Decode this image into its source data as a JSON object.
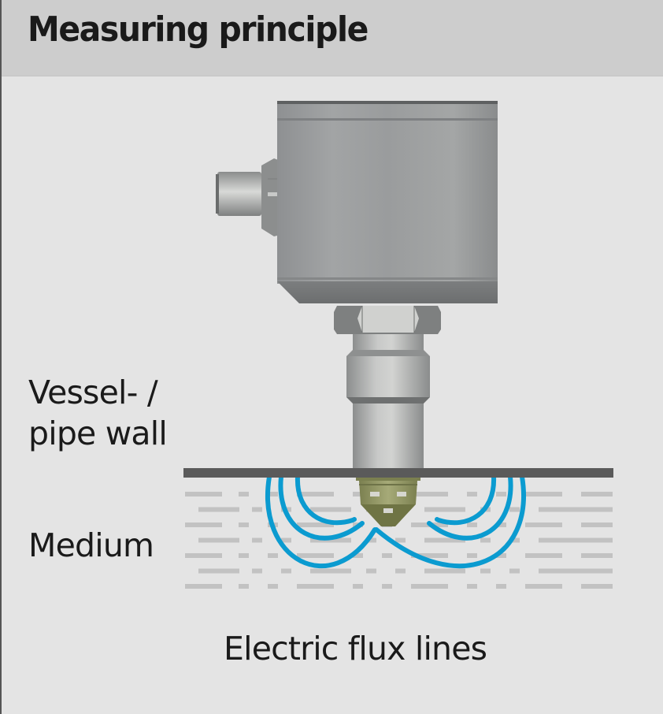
{
  "header": {
    "title": "Measuring principle"
  },
  "labels": {
    "wall_line1": "Vessel- /",
    "wall_line2": "pipe wall",
    "medium": "Medium",
    "flux_lines": "Electric flux lines"
  },
  "colors": {
    "header_bg": "#cdcdcd",
    "panel_bg": "#e4e4e4",
    "flux_line": "#0b9bd0",
    "wall": "#5a5a5a",
    "medium_dash": "#c2c2c2",
    "sensor_tip": "#8e9460"
  },
  "icons": {
    "sensor": "capacitive-level-sensor-illustration"
  }
}
